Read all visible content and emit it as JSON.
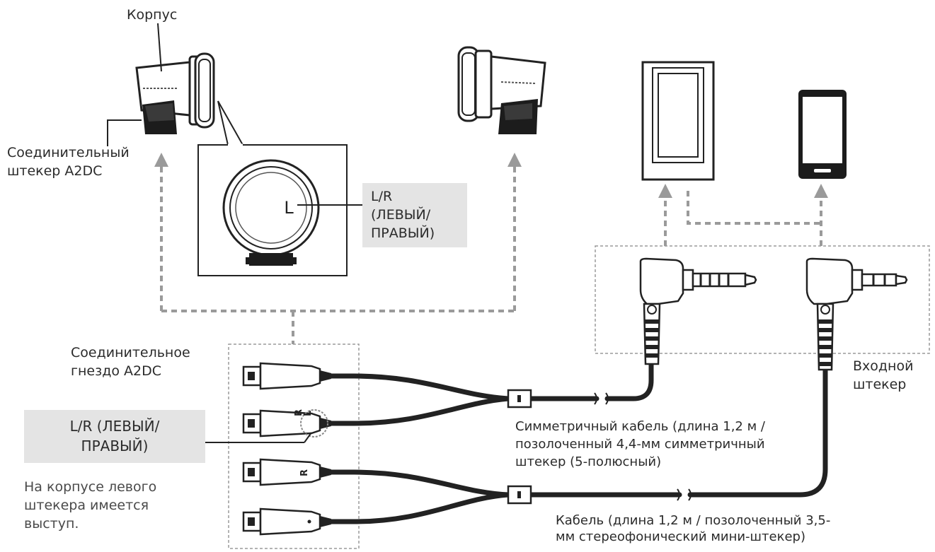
{
  "labels": {
    "housing": "Корпус",
    "a2dc_plug_line1": "Соединительный",
    "a2dc_plug_line2": "штекер A2DC",
    "lr_callout_line1": "L/R",
    "lr_callout_line2": "(ЛЕВЫЙ/",
    "lr_callout_line3": "ПРАВЫЙ)",
    "a2dc_socket_line1": "Соединительное",
    "a2dc_socket_line2": "гнездо A2DC",
    "lr_box_line1": "L/R (ЛЕВЫЙ/",
    "lr_box_line2": "ПРАВЫЙ)",
    "note_line1": "На корпусе левого",
    "note_line2": "штекера имеется",
    "note_line3": "выступ.",
    "input_plug_line1": "Входной",
    "input_plug_line2": "штекер",
    "balanced_cable_line1": "Симметричный кабель (длина 1,2 м /",
    "balanced_cable_line2": "позолоченный 4,4-мм симметричный",
    "balanced_cable_line3": "штекер (5-полюсный)",
    "std_cable_line1": "Кабель (длина 1,2 м / позолоченный 3,5-",
    "std_cable_line2": "мм стереофонический мини-штекер)"
  },
  "marks": {
    "zoom_letter": "L",
    "connector_upper_r": "R",
    "connector_upper_l": "L",
    "connector_lower_r": "R"
  },
  "colors": {
    "line": "#222222",
    "dashed": "#9a9a9a",
    "label_box": "#e4e4e4",
    "body_gray": "#d6d6d6"
  }
}
